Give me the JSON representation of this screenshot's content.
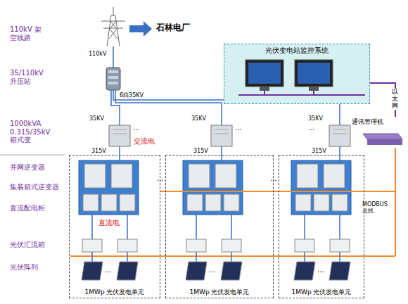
{
  "diagram": {
    "nodes": [
      {
        "text": [
          "光伏变电站监控系统"
        ]
      },
      {
        "text": [
          "通讯管理机"
        ]
      },
      {
        "text": [
          "1MWp 光伏发电单元"
        ]
      },
      {
        "text": [
          "1MWp 光伏发电单元"
        ]
      },
      {
        "text": [
          "1MWp 光伏发电单元"
        ]
      }
    ],
    "edges": [
      {
        "from": 2,
        "to": 1,
        "arrow": "none"
      },
      {
        "from": 3,
        "to": 1,
        "arrow": "none"
      },
      {
        "from": 4,
        "to": 1,
        "arrow": "none"
      },
      {
        "from": 1,
        "to": 0,
        "arrow": "none",
        "label": "以太网"
      }
    ],
    "labels": [
      "110kV 架空线路",
      "35/110kV 升压站",
      "1000kVA 0.315/35kV 箱式变",
      "并网逆变器",
      "集装箱式逆变器",
      "直流配电柜",
      "光伏汇流箱",
      "光伏阵列",
      "石林电厂",
      "110kV",
      "6回35KV",
      "35KV",
      "35KV",
      "35KV",
      "315V",
      "315V",
      "315V",
      "交流电",
      "直流电",
      "MODBUS 总线",
      "...",
      "...",
      "...",
      "...",
      "...",
      "...",
      "...",
      "..."
    ]
  }
}
